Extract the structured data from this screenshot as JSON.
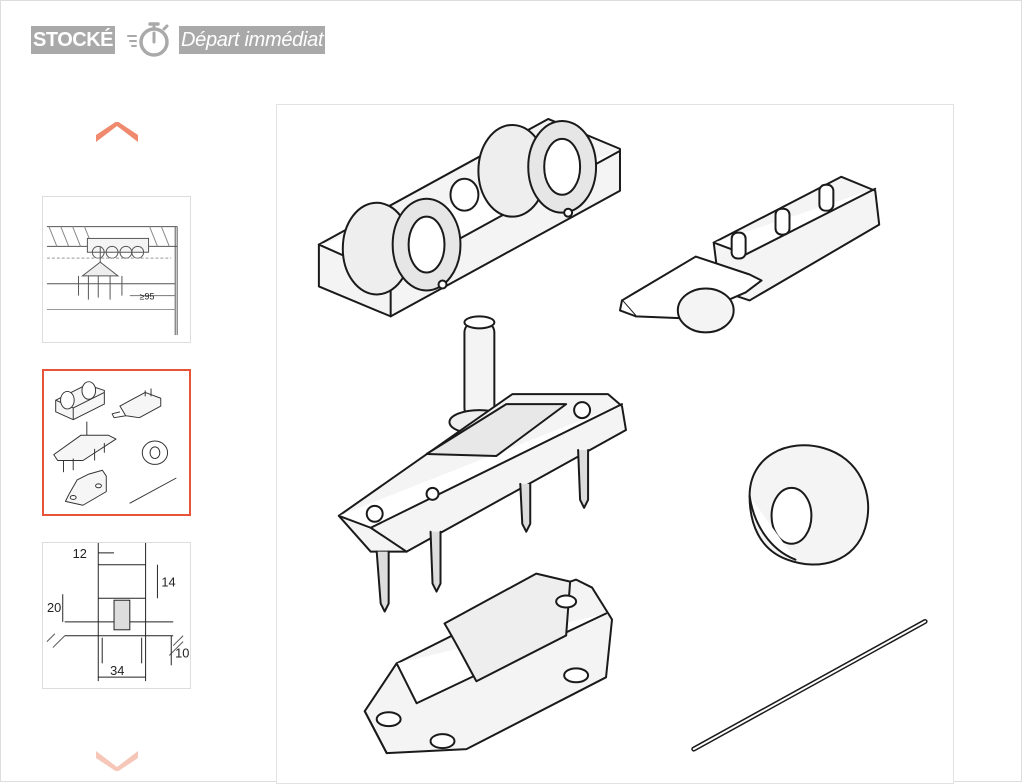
{
  "availability": {
    "stock_label": "STOCKÉ",
    "departure_label": "Départ immédiat"
  },
  "icons": {
    "timer": "stopwatch-fast-icon",
    "arrow_up": "chevron-up-icon",
    "arrow_down": "chevron-down-icon"
  },
  "colors": {
    "accent": "#e8543a",
    "badge_bg": "#a9a9a9",
    "badge_text": "#ffffff"
  },
  "gallery": {
    "active_index": 1,
    "thumbnails": [
      {
        "dimension_label": "≥95"
      },
      {
        "dimension_label": ""
      },
      {
        "dimension_labels": [
          "12",
          "14",
          "20",
          "10",
          "34"
        ]
      }
    ]
  }
}
